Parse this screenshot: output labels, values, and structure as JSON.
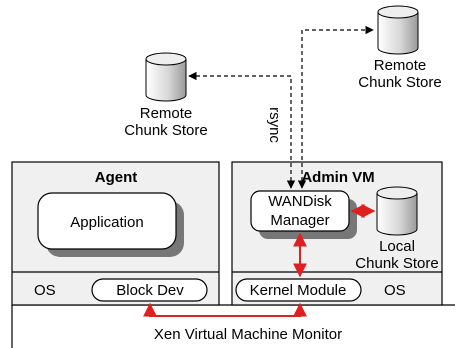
{
  "left_vm": {
    "title": "Agent",
    "app_label": "Application",
    "os_label": "OS",
    "blockdev_label": "Block Dev"
  },
  "right_vm": {
    "title": "Admin VM",
    "wandisk_line1": "WANDisk",
    "wandisk_line2": "Manager",
    "kernel_label": "Kernel Module",
    "os_label": "OS",
    "local_store_line1": "Local",
    "local_store_line2": "Chunk Store"
  },
  "remote_store_left": {
    "line1": "Remote",
    "line2": "Chunk Store"
  },
  "remote_store_right": {
    "line1": "Remote",
    "line2": "Chunk Store"
  },
  "rsync_label": "rsync",
  "vmm_label": "Xen Virtual Machine Monitor",
  "colors": {
    "data_path": "#e02020",
    "box_fill": "#f0f0f0",
    "shadow": "#777777",
    "cylinder_fill": "#e6e6e6"
  }
}
